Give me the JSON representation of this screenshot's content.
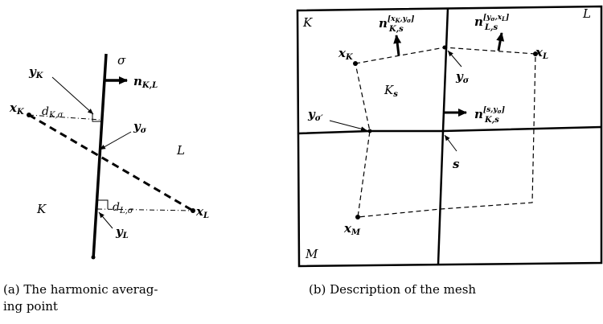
{
  "panel_a": {
    "caption_line1": "(a) The harmonic averag-",
    "caption_line2": "ing point",
    "labels": {
      "sigma": "σ",
      "yK": "y",
      "yK_sub": "K",
      "nKL": "n",
      "nKL_sub": "K,L",
      "xK": "x",
      "xK_sub": "K",
      "dKs": "d",
      "dKs_sub": "K,σ",
      "ysigma": "y",
      "ysigma_sub": "σ",
      "L": "L",
      "K": "K",
      "dLs": "d",
      "dLs_sub": "L,σ",
      "xL": "x",
      "xL_sub": "L",
      "yL": "y",
      "yL_sub": "L"
    }
  },
  "panel_b": {
    "caption": "(b) Description of the mesh",
    "labels": {
      "K": "K",
      "L": "L",
      "M": "M",
      "n1": "n",
      "n1_sup": "[x",
      "n1_sup2": "K",
      "n1_sup3": ",y",
      "n1_sup4": "σ",
      "n1_sup5": "]",
      "n1_sub": "K,s",
      "n2": "n",
      "n2_sup": "[y",
      "n2_sup2": "σ",
      "n2_sup3": ",x",
      "n2_sup4": "L",
      "n2_sup5": "]",
      "n2_sub": "L,s",
      "xK": "x",
      "xK_sub": "K",
      "xL": "x",
      "xL_sub": "L",
      "ysigma": "y",
      "ysigma_sub": "σ",
      "Ks": "K",
      "Ks_sub": "s",
      "ysigmap": "y",
      "ysigmap_sub": "σ′",
      "n3": "n",
      "n3_sup": "[s,y",
      "n3_sup2": "σ",
      "n3_sup3": "]",
      "n3_sub": "K,s",
      "s": "s",
      "xM": "x",
      "xM_sub": "M"
    }
  }
}
